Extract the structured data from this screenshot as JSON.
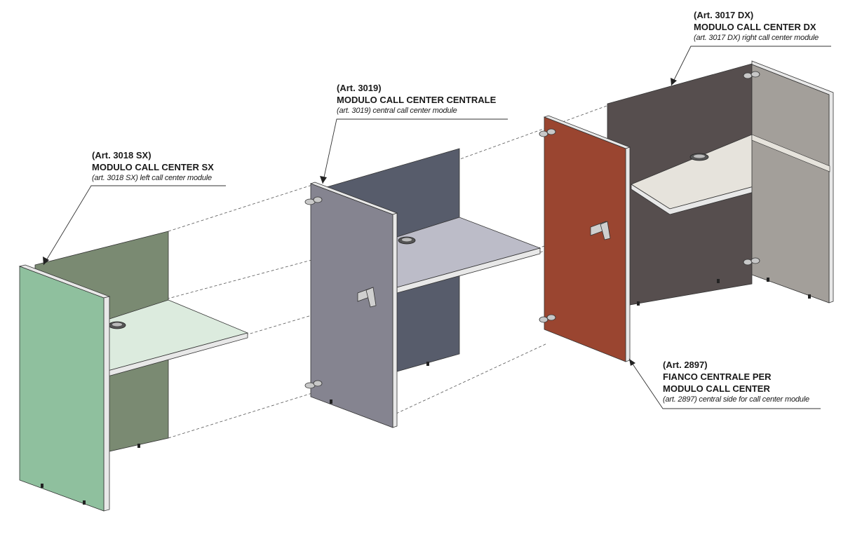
{
  "labels": {
    "left": {
      "code": "(Art. 3018 SX)",
      "name": "MODULO CALL CENTER SX",
      "desc": "(art. 3018 SX) left call center module"
    },
    "central": {
      "code": "(Art. 3019)",
      "name": "MODULO CALL CENTER CENTRALE",
      "desc": "(art. 3019) central call center module"
    },
    "right": {
      "code": "(Art. 3017 DX)",
      "name": "MODULO CALL CENTER DX",
      "desc": "(art. 3017 DX) right call center module"
    },
    "side": {
      "code": "(Art. 2897)",
      "name1": "FIANCO CENTRALE PER",
      "name2": "MODULO CALL CENTER",
      "desc": "(art. 2897) central side for call center module"
    }
  },
  "colors": {
    "left_side": "#8fc09e",
    "left_back": "#7a8a72",
    "left_top": "#dcebde",
    "central_side": "#858490",
    "central_back": "#575c6b",
    "central_top": "#bcbcc8",
    "separator_panel": "#9a4530",
    "right_back": "#564e4e",
    "right_side": "#a39f9a",
    "right_top": "#e6e3dc",
    "edge": "#e8e8e8"
  }
}
